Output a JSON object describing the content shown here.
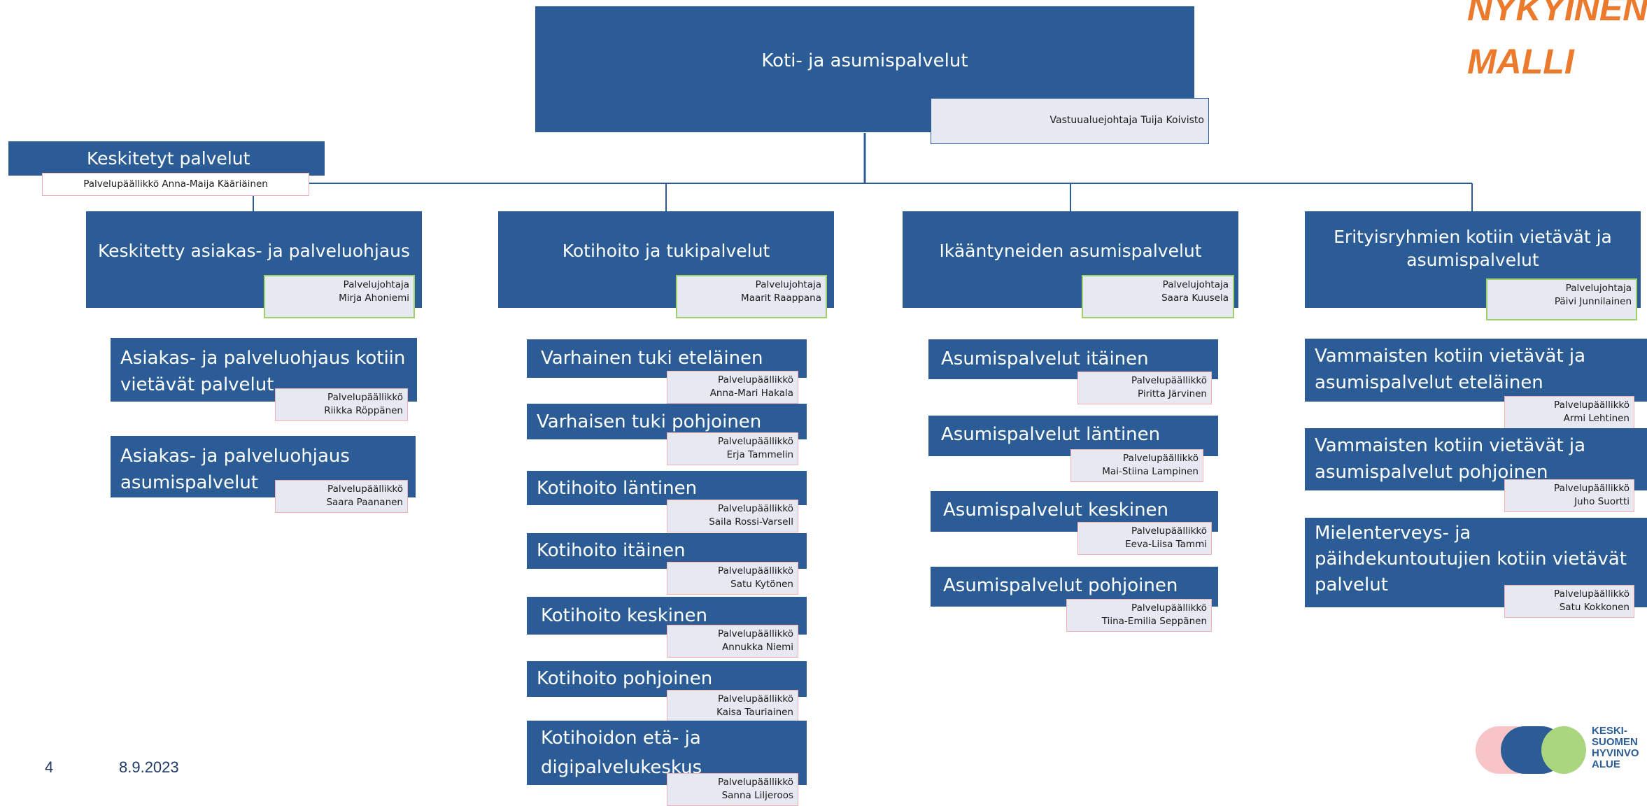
{
  "corner_title": [
    "NYKYINEN",
    "MALLI"
  ],
  "root": {
    "title": "Koti- ja asumispalvelut",
    "leader": "Vastuualuejohtaja Tuija Koivisto"
  },
  "centralized": {
    "title": "Keskitetyt palvelut",
    "leader": "Palvelupäällikkö Anna-Maija Kääriäinen"
  },
  "units": [
    {
      "title": [
        "Keskitetty asiakas- ja palveluohjaus"
      ],
      "role": "Palvelujohtaja",
      "person": "Mirja Ahoniemi",
      "subs": [
        {
          "title": [
            "Asiakas- ja palveluohjaus kotiin",
            "vietävät palvelut"
          ],
          "role": "Palvelupäällikkö",
          "person": "Riikka Röppänen"
        },
        {
          "title": [
            "Asiakas- ja palveluohjaus",
            "asumispalvelut"
          ],
          "role": "Palvelupäällikkö",
          "person": "Saara Paananen"
        }
      ]
    },
    {
      "title": [
        "Kotihoito ja tukipalvelut"
      ],
      "role": "Palvelujohtaja",
      "person": "Maarit Raappana",
      "subs": [
        {
          "title": [
            "Varhainen tuki eteläinen"
          ],
          "role": "Palvelupäällikkö",
          "person": "Anna-Mari Hakala"
        },
        {
          "title": [
            "Varhaisen tuki pohjoinen"
          ],
          "role": "Palvelupäällikkö",
          "person": "Erja Tammelin"
        },
        {
          "title": [
            "Kotihoito läntinen"
          ],
          "role": "Palvelupäällikkö",
          "person": "Saila Rossi-Varsell"
        },
        {
          "title": [
            "Kotihoito itäinen"
          ],
          "role": "Palvelupäällikkö",
          "person": "Satu Kytönen"
        },
        {
          "title": [
            "Kotihoito keskinen"
          ],
          "role": "Palvelupäällikkö",
          "person": "Annukka Niemi"
        },
        {
          "title": [
            "Kotihoito pohjoinen"
          ],
          "role": "Palvelupäällikkö",
          "person": "Kaisa Tauriainen"
        },
        {
          "title": [
            "Kotihoidon etä- ja",
            "digipalvelukeskus"
          ],
          "role": "Palvelupäällikkö",
          "person": "Sanna Liljeroos"
        }
      ]
    },
    {
      "title": [
        "Ikääntyneiden asumispalvelut"
      ],
      "role": "Palvelujohtaja",
      "person": "Saara Kuusela",
      "subs": [
        {
          "title": [
            "Asumispalvelut itäinen"
          ],
          "role": "Palvelupäällikkö",
          "person": "Piritta Järvinen"
        },
        {
          "title": [
            "Asumispalvelut läntinen"
          ],
          "role": "Palvelupäällikkö",
          "person": "Mai-Stiina Lampinen"
        },
        {
          "title": [
            "Asumispalvelut keskinen"
          ],
          "role": "Palvelupäällikkö",
          "person": "Eeva-Liisa Tammi"
        },
        {
          "title": [
            "Asumispalvelut pohjoinen"
          ],
          "role": "Palvelupäällikkö",
          "person": "Tiina-Emilia Seppänen"
        }
      ]
    },
    {
      "title": [
        "Erityisryhmien kotiin vietävät ja",
        "asumispalvelut"
      ],
      "role": "Palvelujohtaja",
      "person": "Päivi Junnilainen",
      "subs": [
        {
          "title": [
            "Vammaisten kotiin vietävät ja",
            "asumispalvelut eteläinen"
          ],
          "role": "Palvelupäällikkö",
          "person": "Armi Lehtinen"
        },
        {
          "title": [
            "Vammaisten kotiin vietävät ja",
            "asumispalvelut pohjoinen"
          ],
          "role": "Palvelupäällikkö",
          "person": "Juho Suortti"
        },
        {
          "title": [
            "Mielenterveys- ja",
            "päihdekuntoutujien kotiin vietävät",
            "palvelut"
          ],
          "role": "Palvelupäällikkö",
          "person": "Satu Kokkonen"
        }
      ]
    }
  ],
  "footer": {
    "page_number": "4",
    "date": "8.9.2023"
  },
  "logo_text": [
    "KESKI-",
    "SUOMEN",
    "HYVINVO",
    "ALUE"
  ],
  "colors": {
    "box": "#2b5c95",
    "accent_orange": "#ec7a2c",
    "label_bg": "#e6e9f1",
    "pink_border": "#f2b2b2",
    "green_border": "#9fd06c",
    "logo_pink": "#f7c5c8",
    "logo_blue": "#2b5c95",
    "logo_green": "#a9d67e"
  }
}
